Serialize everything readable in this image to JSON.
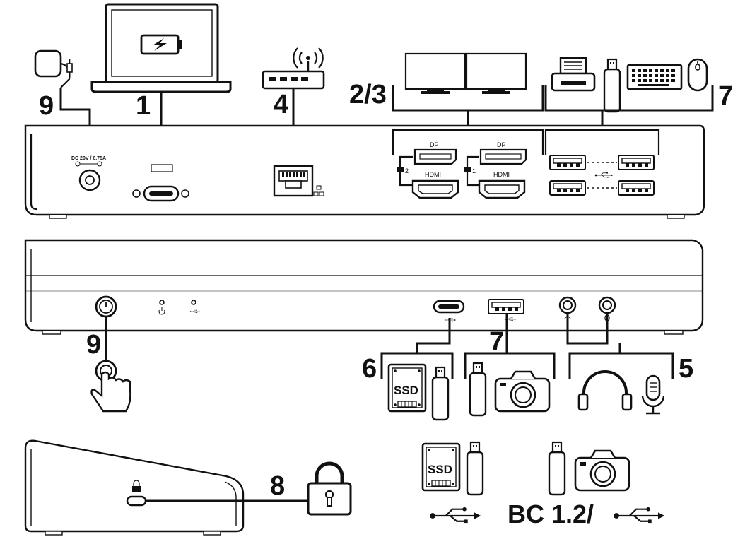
{
  "callouts": {
    "n1": "1",
    "n23": "2/3",
    "n4": "4",
    "n5": "5",
    "n6": "6",
    "n7_top": "7",
    "n7_front": "7",
    "n8": "8",
    "n9_rear": "9",
    "n9_front": "9"
  },
  "rear_panel": {
    "dc_label": "DC 20V / 6.75A",
    "dp_label_a": "DP",
    "dp_label_b": "DP",
    "hdmi_label_a": "HDMI",
    "hdmi_label_b": "HDMI",
    "display_a": "2",
    "display_b": "1"
  },
  "legend": {
    "ssd_label": "SSD",
    "ssd_label_2": "SSD",
    "bc_label": "BC 1.2/"
  },
  "icons": [
    "power-adapter-icon",
    "laptop-icon",
    "battery-charging-icon",
    "router-icon",
    "monitor-icon",
    "printer-icon",
    "usb-flash-drive-icon",
    "keyboard-icon",
    "mouse-icon",
    "ethernet-port-icon",
    "usb-c-port-icon",
    "hdmi-port-icon",
    "displayport-port-icon",
    "usb-a-port-icon",
    "usb-trident-icon",
    "power-button-icon",
    "hand-press-icon",
    "ssd-icon",
    "camera-icon",
    "headphones-icon",
    "microphone-icon",
    "padlock-icon",
    "kensington-slot-icon"
  ]
}
